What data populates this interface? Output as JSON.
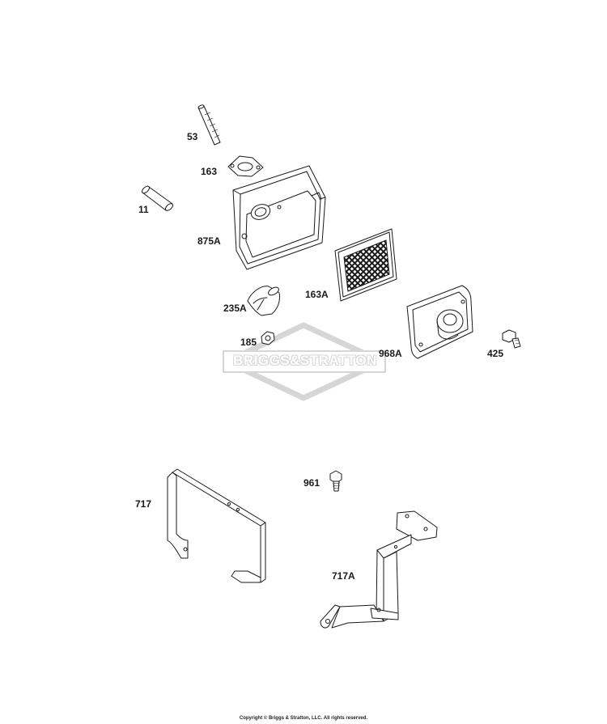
{
  "parts": [
    {
      "id": "p53",
      "callout": "53"
    },
    {
      "id": "p163",
      "callout": "163"
    },
    {
      "id": "p11",
      "callout": "11"
    },
    {
      "id": "p875A",
      "callout": "875A"
    },
    {
      "id": "p163A",
      "callout": "163A"
    },
    {
      "id": "p235A",
      "callout": "235A"
    },
    {
      "id": "p185",
      "callout": "185"
    },
    {
      "id": "p968A",
      "callout": "968A"
    },
    {
      "id": "p425",
      "callout": "425"
    },
    {
      "id": "p961",
      "callout": "961"
    },
    {
      "id": "p717",
      "callout": "717"
    },
    {
      "id": "p717A",
      "callout": "717A"
    }
  ],
  "watermark": {
    "text": "BRIGGS&STRATTON"
  },
  "footer": {
    "copyright": "Copyright © Briggs & Stratton, LLC. All rights reserved."
  }
}
